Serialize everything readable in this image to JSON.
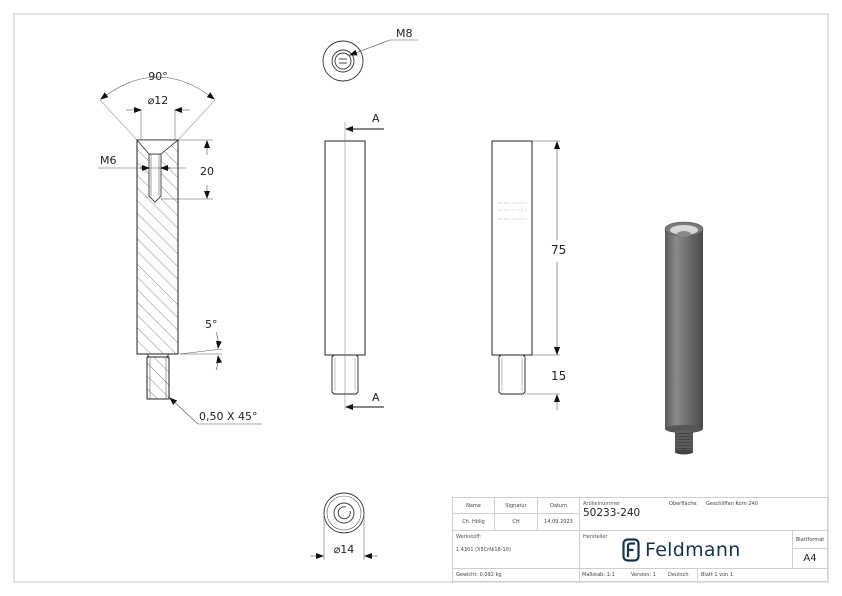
{
  "drawing": {
    "views": {
      "section_view": {
        "angle_label": "90°",
        "counterbore_diameter": "⌀12",
        "thread_top": "M6",
        "thread_depth": "20",
        "taper_angle": "5°",
        "chamfer": "0,50 X 45°"
      },
      "top_view": {
        "thread_label": "M8"
      },
      "front_view": {
        "section_marker_top": "A",
        "section_marker_bottom": "A"
      },
      "side_view": {
        "body_length": "75",
        "stud_length": "15"
      },
      "bottom_view": {
        "diameter": "⌀14"
      },
      "iso_view": {
        "description": "3D isometric render of stainless spacer with threaded stud"
      }
    }
  },
  "title_block": {
    "name_header": "Name",
    "signature_header": "Signatur",
    "date_header": "Datum",
    "name_value": "Ch. Hölig",
    "signature_value": "CH",
    "date_value": "14.09.2023",
    "article_label": "Artikelnummer",
    "article_number": "50233-240",
    "surface_label": "Oberfläche:",
    "surface_value": "Geschliffen Korn 240",
    "material_label": "Werkstoff:",
    "material_value": "1.4301 (X5CrNi18-10)",
    "manufacturer_label": "Hersteller",
    "logo_text": "Feldmann",
    "sheet_format_label": "Blattformat",
    "sheet_format_value": "A4",
    "weight": "Gewicht: 0,092 kg",
    "scale": "Maßstab: 1:1",
    "version": "Version: 1",
    "language": "Deutsch",
    "sheet": "Blatt 1 von 1"
  },
  "colors": {
    "line": "#2b2b2b",
    "dim_line": "#555555",
    "frame": "#d9d9d9",
    "logo": "#17344f",
    "render_body": "#6d6d6d"
  }
}
